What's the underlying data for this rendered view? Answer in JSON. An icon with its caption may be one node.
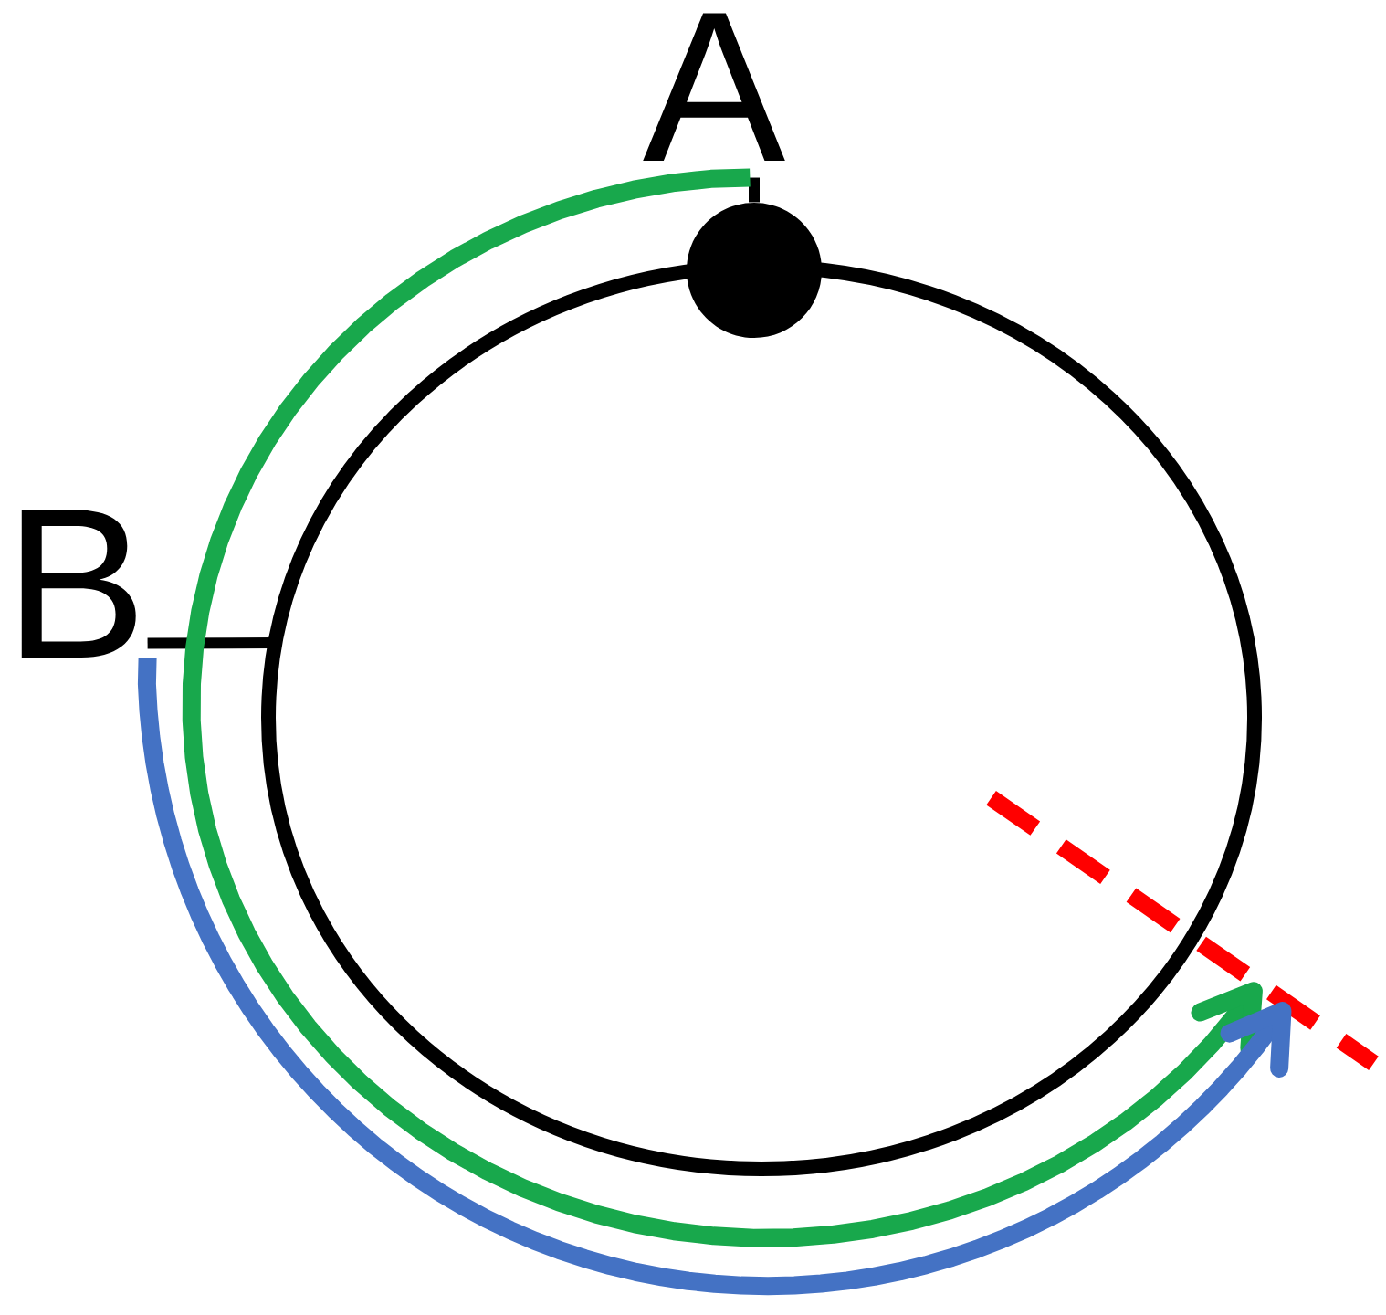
{
  "diagram": {
    "nodes": [
      {
        "text": [
          "A"
        ]
      },
      {
        "text": [
          "B"
        ]
      },
      {
        "text": [],
        "shape": "circle"
      },
      {
        "text": [],
        "shape": "line"
      }
    ],
    "edges": [
      {
        "from": 0,
        "to": 3,
        "arrow": "to",
        "color": "#18a84c"
      },
      {
        "from": 1,
        "to": 3,
        "arrow": "to",
        "color": "#4472c4"
      },
      {
        "from": 0,
        "to": 2,
        "arrow": "none"
      },
      {
        "from": 1,
        "to": null,
        "arrow": "none"
      }
    ]
  }
}
